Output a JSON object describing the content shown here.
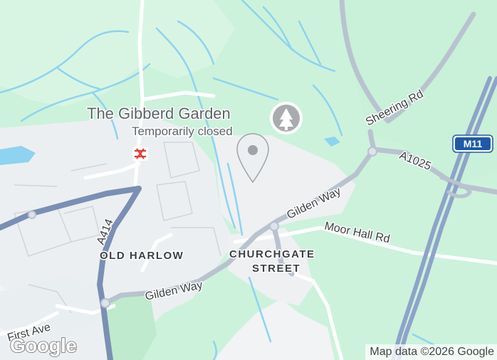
{
  "map": {
    "poi": {
      "name": "The Gibberd Garden",
      "status": "Temporarily closed",
      "icon": "tree-icon"
    },
    "pin": {
      "icon": "map-pin-icon"
    },
    "areas": {
      "old_harlow": "OLD HARLOW",
      "churchgate_line1": "CHURCHGATE",
      "churchgate_line2": "STREET"
    },
    "roads": {
      "sheering": "Sheering Rd",
      "a1025": "A1025",
      "gilden_way_upper": "Gilden Way",
      "moor_hall": "Moor Hall Rd",
      "a414": "A414",
      "gilden_way_lower": "Gilden Way",
      "first_ave": "First Ave"
    },
    "shields": {
      "m11": "M11"
    },
    "rail_icon": "rail-station-icon",
    "logo": "Google",
    "attribution": "Map data ©2026 Google",
    "colors": {
      "land": "#f1f3f4",
      "park": "#ccf2dc",
      "water": "#8ed3ef",
      "motorway": "#8fa3c9",
      "road": "#ffffff",
      "shield": "#1f5aa8"
    }
  }
}
